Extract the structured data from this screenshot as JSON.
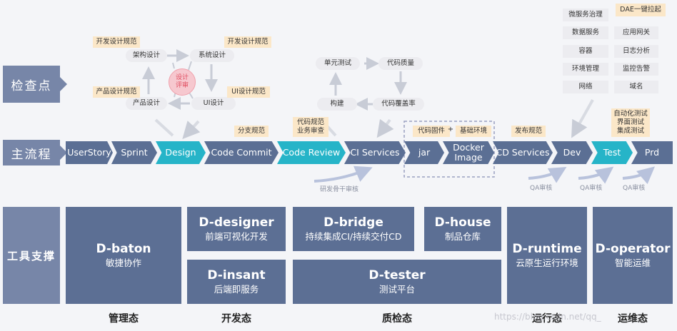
{
  "rows": {
    "checkpoint": "检查点",
    "main_flow": "主流程",
    "tool_support": "工具支撑"
  },
  "review": {
    "center": "设计\n评审",
    "nodes": [
      "架构设计",
      "系统设计",
      "产品设计",
      "UI设计"
    ],
    "notes": [
      "开发设计规范",
      "开发设计规范",
      "产品设计规范",
      "UI设计规范"
    ]
  },
  "ci_check": {
    "nodes": [
      "单元测试",
      "代码质量",
      "构建",
      "代码覆盖率"
    ]
  },
  "ops_items": [
    "微服务治理",
    "DAE一键拉起",
    "数据服务",
    "应用网关",
    "容器",
    "日志分析",
    "环境管理",
    "监控告警",
    "网络",
    "域名"
  ],
  "stages": [
    "UserStory",
    "Sprint",
    "Design",
    "Code Commit",
    "Code Review",
    "CI Services",
    "jar",
    "Docker\nImage",
    "CD Services",
    "Dev",
    "Test",
    "Prd"
  ],
  "stage_notes": {
    "branch": "分支规范",
    "code_review": "代码规范\n业务审查",
    "artifact": "代码固件",
    "plus": "+",
    "base_env": "基础环境",
    "release": "发布规范",
    "test": "自动化测试\n界面测试\n集成测试"
  },
  "reviews_below": [
    "研发骨干审核",
    "QA审核",
    "QA审核",
    "QA审核"
  ],
  "tools": [
    {
      "name": "D-baton",
      "desc": "敏捷协作"
    },
    {
      "name": "D-designer",
      "desc": "前端可视化开发"
    },
    {
      "name": "D-insant",
      "desc": "后端即服务"
    },
    {
      "name": "D-bridge",
      "desc": "持续集成CI/持续交付CD"
    },
    {
      "name": "D-tester",
      "desc": "测试平台"
    },
    {
      "name": "D-house",
      "desc": "制品仓库"
    },
    {
      "name": "D-runtime",
      "desc": "云原生运行环境"
    },
    {
      "name": "D-operator",
      "desc": "智能运维"
    }
  ],
  "categories": [
    "管理态",
    "开发态",
    "质检态",
    "运行态",
    "运维态"
  ],
  "watermark": "https://blog.csdn.net/qq_",
  "colors": {
    "stage_dark": "#5b6f94",
    "stage_teal": "#26b4c8",
    "note_bg": "#fbe7c8",
    "label_bg": "#7786a8",
    "tool_bg": "#5c6f94"
  }
}
